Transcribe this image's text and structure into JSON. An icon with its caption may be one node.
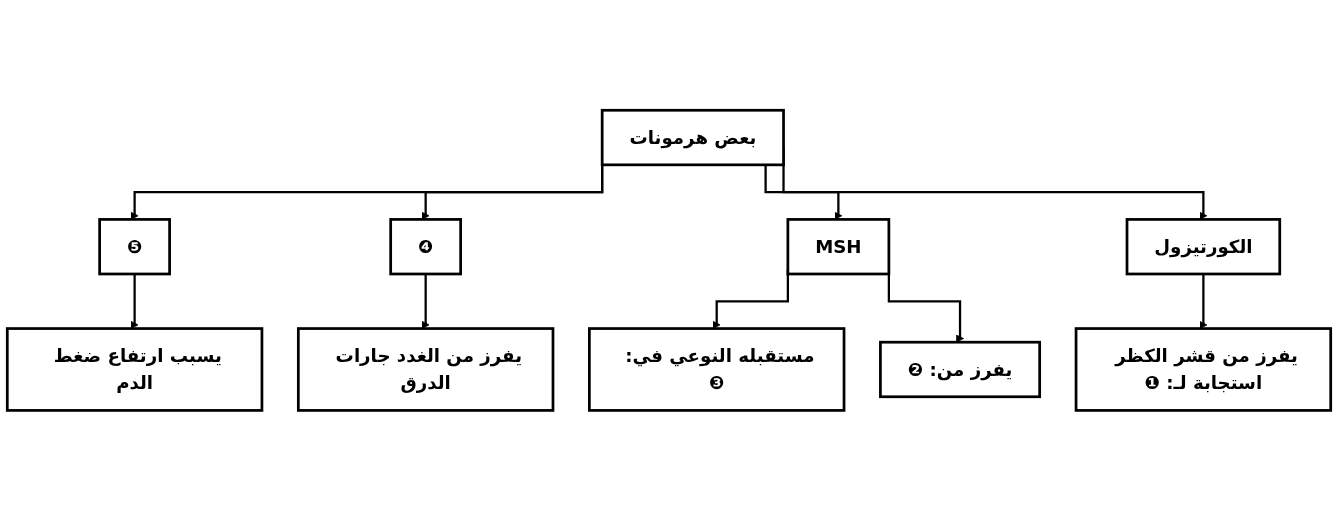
{
  "diagram": {
    "nodes": [
      {
        "text": [
          "بعض هرمونات"
        ]
      },
      {
        "text": [
          "الكورتيزول"
        ]
      },
      {
        "text": [
          "MSH"
        ]
      },
      {
        "text": [
          "❹"
        ]
      },
      {
        "text": [
          "❺"
        ]
      },
      {
        "text": [
          "يفرز من قشر الكظر استجابة لـ: ❶"
        ]
      },
      {
        "text": [
          "يفرز من: ❷"
        ]
      },
      {
        "text": [
          "مستقبله النوعي في: ❸"
        ]
      },
      {
        "text": [
          "يفرز من الغدد جارات الدرق"
        ]
      },
      {
        "text": [
          "يسبب ارتفاع ضغط الدم"
        ]
      }
    ],
    "edges": [
      {
        "from": 0,
        "to": 4,
        "arrow": "to"
      },
      {
        "from": 0,
        "to": 3,
        "arrow": "to"
      },
      {
        "from": 0,
        "to": 2,
        "arrow": "to"
      },
      {
        "from": 0,
        "to": 1,
        "arrow": "to"
      },
      {
        "from": 4,
        "to": 9,
        "arrow": "to"
      },
      {
        "from": 3,
        "to": 8,
        "arrow": "to"
      },
      {
        "from": 2,
        "to": 7,
        "arrow": "to"
      },
      {
        "from": 2,
        "to": 6,
        "arrow": "to"
      },
      {
        "from": 1,
        "to": 5,
        "arrow": "to"
      }
    ]
  }
}
